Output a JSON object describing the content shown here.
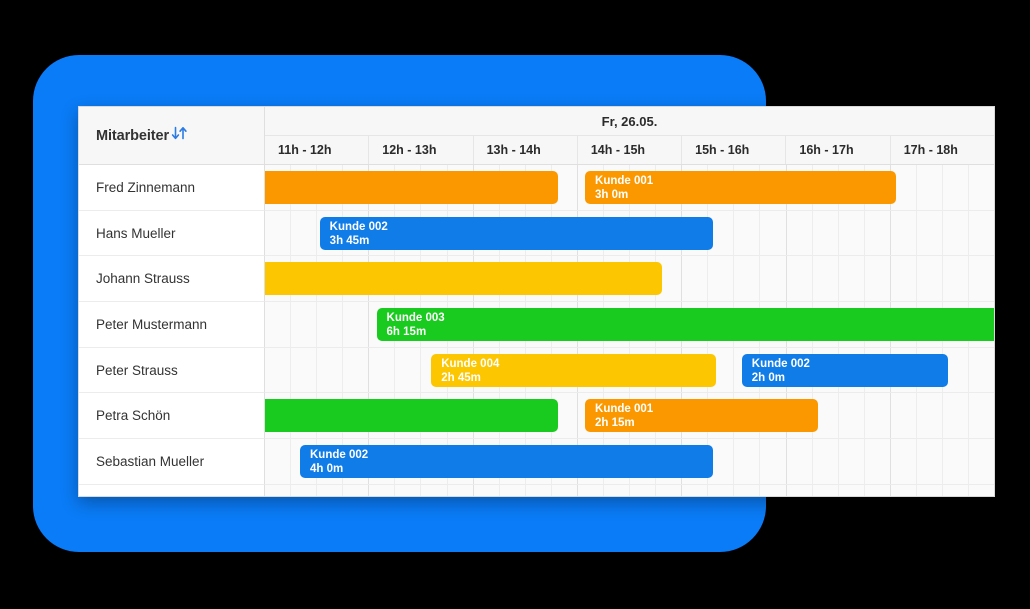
{
  "colors": {
    "backdrop_blue": "#0A7CF7",
    "card_bg": "#FFFFFF",
    "header_bg": "#F7F7F7",
    "grid_line": "#ECECEC",
    "orange": "#FB9800",
    "blue": "#107CE8",
    "yellow": "#FCC600",
    "green": "#19CB1E",
    "text_dark": "#333333"
  },
  "table": {
    "employee_column_header": "Mitarbeiter",
    "sort_icon": "sort-updown-icon",
    "date_header": "Fr, 26.05.",
    "hours": [
      "11h - 12h",
      "12h - 13h",
      "13h - 14h",
      "14h - 15h",
      "15h - 16h",
      "16h - 17h",
      "17h - 18h"
    ],
    "hour_start": 11,
    "hour_end": 18,
    "rows": [
      {
        "employee": "Fred Zinnemann",
        "bars": [
          {
            "customer": "",
            "duration": "",
            "color": "#FB9800",
            "start_pct": 0.0,
            "end_pct": 40.2,
            "clip_left": true,
            "clip_right": false,
            "labeled": false
          },
          {
            "customer": "Kunde 001",
            "duration": "3h 0m",
            "color": "#FB9800",
            "start_pct": 43.9,
            "end_pct": 86.5,
            "clip_left": false,
            "clip_right": false,
            "labeled": true
          }
        ]
      },
      {
        "employee": "Hans Mueller",
        "bars": [
          {
            "customer": "Kunde 002",
            "duration": "3h 45m",
            "color": "#107CE8",
            "start_pct": 7.5,
            "end_pct": 61.4,
            "clip_left": false,
            "clip_right": false,
            "labeled": true
          }
        ]
      },
      {
        "employee": "Johann Strauss",
        "bars": [
          {
            "customer": "",
            "duration": "",
            "color": "#FCC600",
            "start_pct": 0.0,
            "end_pct": 54.5,
            "clip_left": true,
            "clip_right": false,
            "labeled": false
          }
        ]
      },
      {
        "employee": "Peter Mustermann",
        "bars": [
          {
            "customer": "Kunde 003",
            "duration": "6h 15m",
            "color": "#19CB1E",
            "start_pct": 15.3,
            "end_pct": 100.0,
            "clip_left": false,
            "clip_right": true,
            "labeled": true
          }
        ]
      },
      {
        "employee": "Peter Strauss",
        "bars": [
          {
            "customer": "Kunde 004",
            "duration": "2h 45m",
            "color": "#FCC600",
            "start_pct": 22.8,
            "end_pct": 61.8,
            "clip_left": false,
            "clip_right": false,
            "labeled": true
          },
          {
            "customer": "Kunde 002",
            "duration": "2h 0m",
            "color": "#107CE8",
            "start_pct": 65.4,
            "end_pct": 93.7,
            "clip_left": false,
            "clip_right": false,
            "labeled": true
          }
        ]
      },
      {
        "employee": "Petra Schön",
        "bars": [
          {
            "customer": "",
            "duration": "",
            "color": "#19CB1E",
            "start_pct": 0.0,
            "end_pct": 40.2,
            "clip_left": true,
            "clip_right": false,
            "labeled": false
          },
          {
            "customer": "Kunde 001",
            "duration": "2h 15m",
            "color": "#FB9800",
            "start_pct": 43.9,
            "end_pct": 75.9,
            "clip_left": false,
            "clip_right": false,
            "labeled": true
          }
        ]
      },
      {
        "employee": "Sebastian Mueller",
        "bars": [
          {
            "customer": "Kunde 002",
            "duration": "4h 0m",
            "color": "#107CE8",
            "start_pct": 4.8,
            "end_pct": 61.5,
            "clip_left": false,
            "clip_right": false,
            "labeled": true
          }
        ]
      }
    ]
  }
}
